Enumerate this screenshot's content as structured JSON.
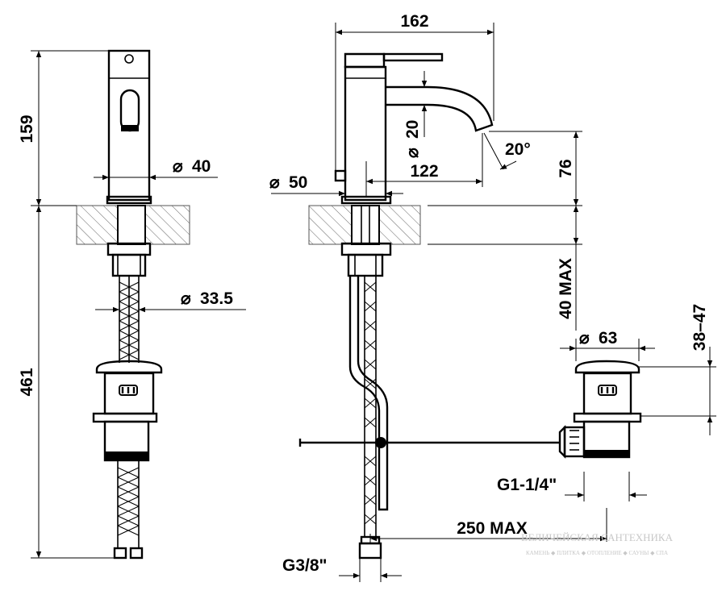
{
  "dimensions": {
    "height_total": "159",
    "height_lower": "461",
    "spout_dia": "40",
    "base_dia": "50",
    "hose_dia": "33.5",
    "reach_total": "162",
    "reach_outlet": "122",
    "outlet_dia": "20",
    "outlet_angle": "20°",
    "outlet_height": "76",
    "deck_thickness": "40 MAX",
    "plug_dia": "63",
    "plug_adjust": "38–47",
    "waste_thread": "G1-1/4\"",
    "rod_length": "250 MAX",
    "hose_thread": "G3/8\""
  },
  "watermark": {
    "line1": "ВЕЛИЧЕЙСКАЯ САНТЕХНИКА",
    "line2": "КАМЕНЬ ◆ ПЛИТКА ◆ ОТОПЛЕНИЕ ◆ САУНЫ ◆ СПА"
  },
  "colors": {
    "line": "#000000",
    "hatch": "#555555",
    "watermark": "#c8c8c8"
  }
}
